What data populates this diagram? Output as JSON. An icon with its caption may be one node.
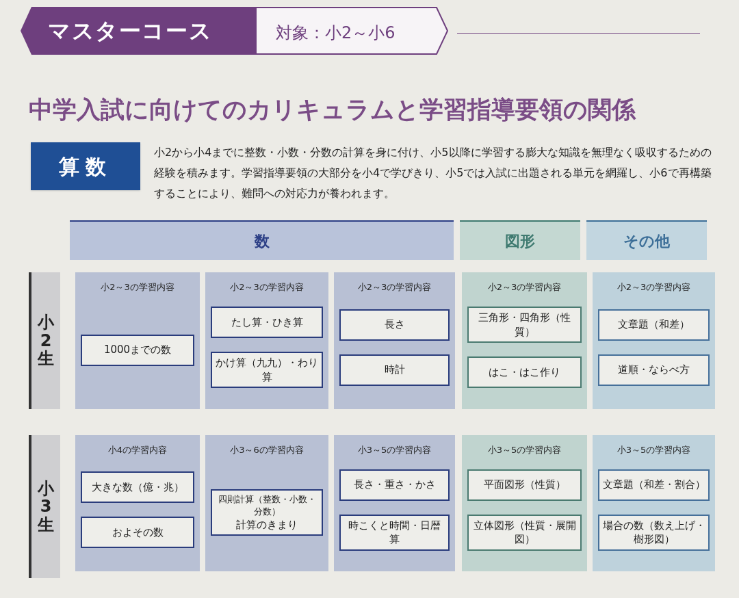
{
  "diagram": {
    "title": "中学入試に向けてのカリキュラムと学習指導要領の関係",
    "nodes": [
      {
        "text": [
          "算数"
        ]
      },
      {
        "text": [
          "数"
        ]
      },
      {
        "text": [
          "図形"
        ]
      },
      {
        "text": [
          "その他"
        ]
      },
      {
        "text": [
          "小2生"
        ]
      },
      {
        "text": [
          "小2～3の学習内容"
        ]
      },
      {
        "text": [
          "1000までの数"
        ],
        "in": 5
      },
      {
        "text": [
          "小2～3の学習内容"
        ]
      },
      {
        "text": [
          "たし算・ひき算"
        ],
        "in": 7
      },
      {
        "text": [
          "かけ算（九九）・わり算"
        ],
        "in": 7
      },
      {
        "text": [
          "小2～3の学習内容"
        ]
      },
      {
        "text": [
          "長さ"
        ],
        "in": 10
      },
      {
        "text": [
          "時計"
        ],
        "in": 10
      },
      {
        "text": [
          "小2～3の学習内容"
        ]
      },
      {
        "text": [
          "三角形・四角形（性質）"
        ],
        "in": 13
      },
      {
        "text": [
          "はこ・はこ作り"
        ],
        "in": 13
      },
      {
        "text": [
          "小2～3の学習内容"
        ]
      },
      {
        "text": [
          "文章題（和差）"
        ],
        "in": 16
      },
      {
        "text": [
          "道順・ならべ方"
        ],
        "in": 16
      },
      {
        "text": [
          "小3生"
        ]
      },
      {
        "text": [
          "小4の学習内容"
        ]
      },
      {
        "text": [
          "大きな数（億・兆）"
        ],
        "in": 20
      },
      {
        "text": [
          "およその数"
        ],
        "in": 20
      },
      {
        "text": [
          "小3～6の学習内容"
        ]
      },
      {
        "text": [
          "四則計算（整数・小数・分数）",
          "計算のきまり"
        ],
        "in": 23
      },
      {
        "text": [
          "小3～5の学習内容"
        ]
      },
      {
        "text": [
          "長さ・重さ・かさ"
        ],
        "in": 25
      },
      {
        "text": [
          "時こくと時間・日暦算"
        ],
        "in": 25
      },
      {
        "text": [
          "小3～5の学習内容"
        ]
      },
      {
        "text": [
          "平面図形（性質）"
        ],
        "in": 28
      },
      {
        "text": [
          "立体図形（性質・展開図）"
        ],
        "in": 28
      },
      {
        "text": [
          "小3～5の学習内容"
        ]
      },
      {
        "text": [
          "文章題（和差・割合）"
        ],
        "in": 31
      },
      {
        "text": [
          "場合の数（数え上げ・樹形図）"
        ],
        "in": 31
      }
    ],
    "labels": [
      "マスターコース",
      "対象：小2～小6",
      "小2から小4までに整数・小数・分数の計算を身に付け、小5以降に学習する膨大な知識を無理なく吸収するための経験を積みます。学習指導要領の大部分を小4で学びきり、小5では入試に出題される単元を網羅し、小6で再構築することにより、難問への対応力が養われます。"
    ]
  }
}
